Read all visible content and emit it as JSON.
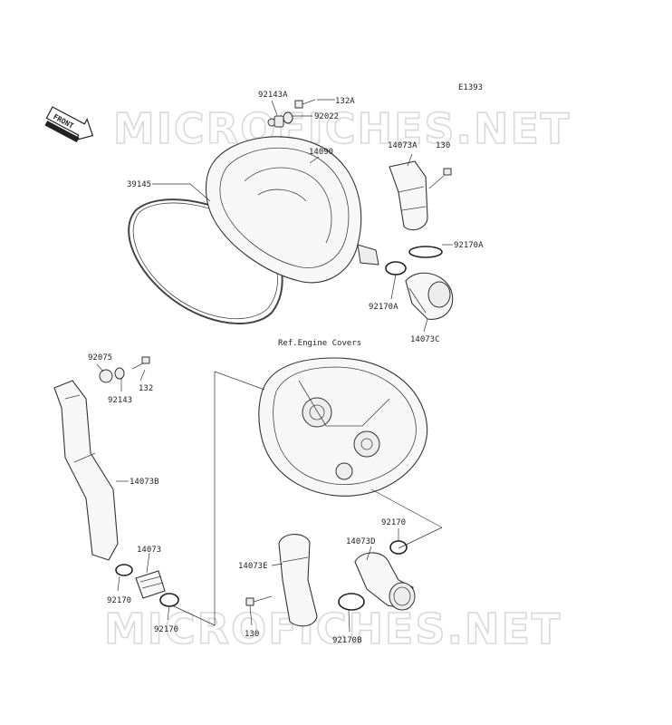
{
  "diagram": {
    "code": "E1393",
    "front_label": "FRONT",
    "reference_label": "Ref.Engine Covers",
    "watermark_top": "MICROFICHES.NET",
    "watermark_bottom": "MICROFICHES.NET",
    "callouts": {
      "c92143A": "92143A",
      "c132A": "132A",
      "c92022": "92022",
      "c14090": "14090",
      "c14073A": "14073A",
      "c130top": "130",
      "c39145": "39145",
      "c92170Aright": "92170A",
      "c92170Aleft": "92170A",
      "c14073C": "14073C",
      "c92075": "92075",
      "c132": "132",
      "c92143": "92143",
      "c14073B": "14073B",
      "c14073": "14073",
      "c92170left": "92170",
      "c92170mid": "92170",
      "c92170right": "92170",
      "c14073D": "14073D",
      "c14073E": "14073E",
      "c130bottom": "130",
      "c92170B": "92170B"
    }
  }
}
